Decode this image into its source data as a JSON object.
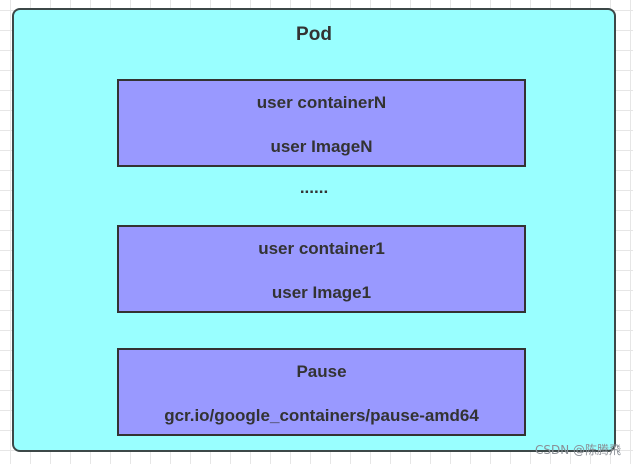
{
  "pod": {
    "title": "Pod",
    "containers": [
      {
        "name": "user containerN",
        "image": "user ImageN"
      },
      {
        "name": "user container1",
        "image": "user Image1"
      }
    ],
    "ellipsis": "......",
    "pause": {
      "name": "Pause",
      "image": "gcr.io/google_containers/pause-amd64"
    }
  },
  "colors": {
    "pod_fill": "#99ffff",
    "container_fill": "#9999ff",
    "border": "#333333"
  },
  "watermark": "CSDN @陈腾飛"
}
